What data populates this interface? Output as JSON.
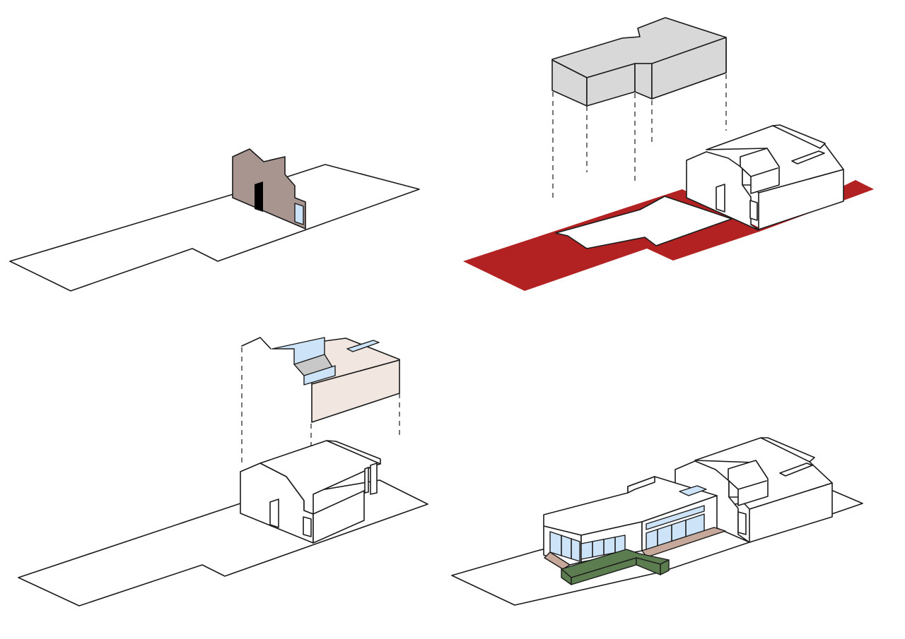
{
  "colors": {
    "background": "#ffffff",
    "line": "#1a1a1a",
    "existing_wall": "#a89590",
    "door": "#000000",
    "glass": "#cde3f7",
    "removed_volume": "#d8d8d8",
    "site_red": "#b22222",
    "new_roof_light": "#f2e6e0",
    "new_roof_mid": "#ecddd3",
    "roof_grey": "#c8c8c8",
    "deck": "#c7a99b",
    "planter": "#5c7d4f"
  },
  "panels": [
    {
      "id": "existing-facade",
      "label": ""
    },
    {
      "id": "removal-and-site",
      "label": ""
    },
    {
      "id": "new-roof-addition",
      "label": ""
    },
    {
      "id": "final-proposal",
      "label": ""
    }
  ]
}
